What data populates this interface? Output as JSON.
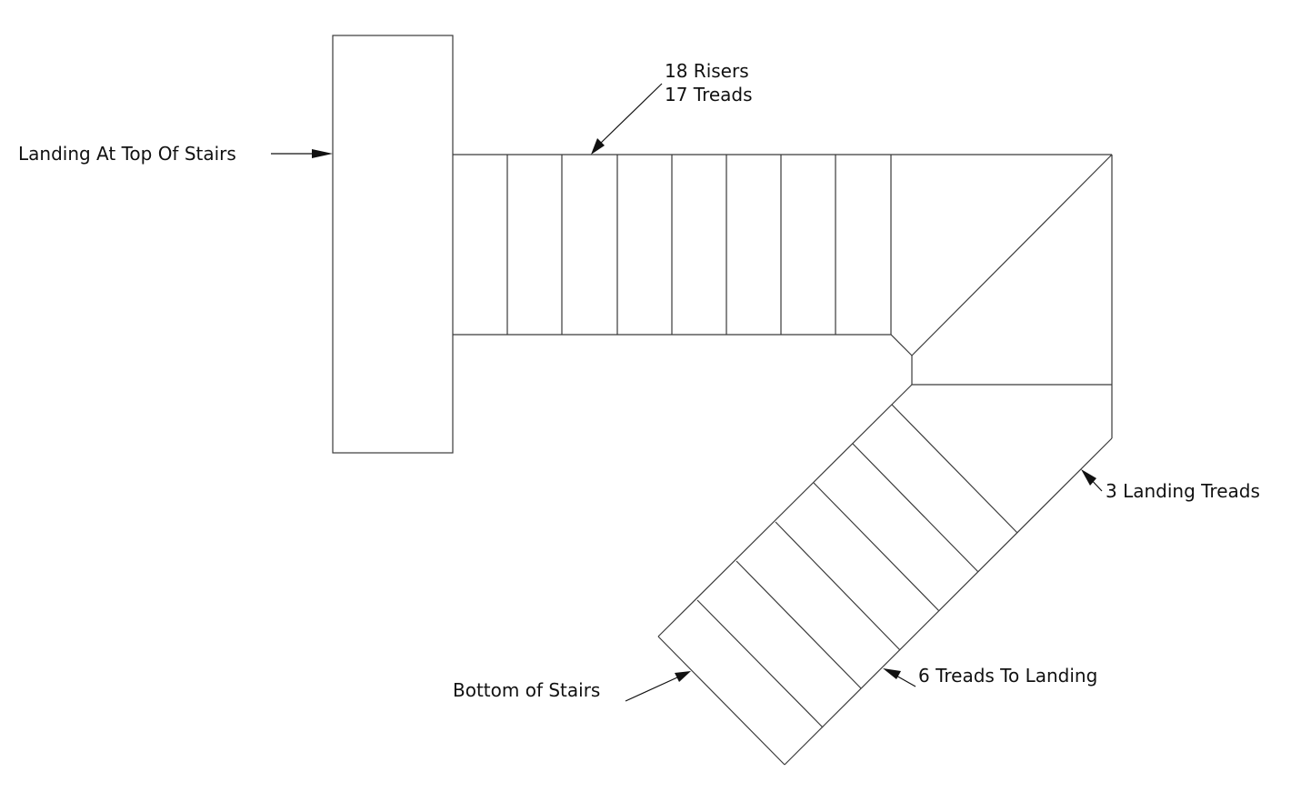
{
  "labels": {
    "top_landing": "Landing At Top Of Stairs",
    "risers": "18 Risers",
    "treads": "17 Treads",
    "landing_treads": "3 Landing Treads",
    "treads_to_landing": "6 Treads To Landing",
    "bottom": "Bottom of Stairs"
  },
  "colors": {
    "line": "#3a3a3a",
    "text": "#111111",
    "background": "#ffffff"
  }
}
